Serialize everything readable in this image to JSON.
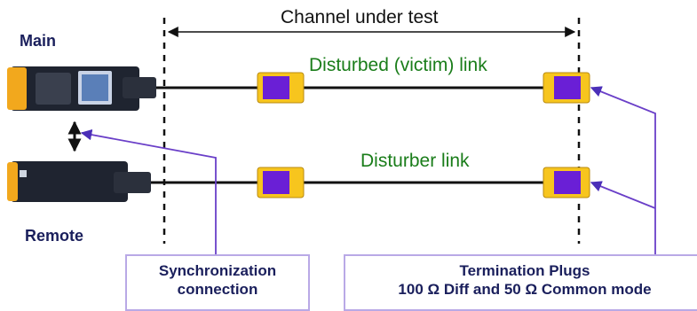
{
  "labels": {
    "main": "Main",
    "remote": "Remote",
    "channel_under_test": "Channel under test",
    "disturbed_link": "Disturbed (victim) link",
    "disturber_link": "Disturber link"
  },
  "sync_box": {
    "line1": "Synchronization",
    "line2": "connection"
  },
  "termination_box": {
    "line1": "Termination Plugs",
    "line2": "100 Ω Diff and 50 Ω Common mode"
  },
  "colors": {
    "device_body": "#1f2430",
    "device_yellow": "#f2a81d",
    "plug_yellow": "#f7c51e",
    "plug_purple": "#6a1fd6",
    "link_text": "#1a7d1a",
    "pointer": "#6a3fc8",
    "box_border": "#b9a9e6"
  }
}
